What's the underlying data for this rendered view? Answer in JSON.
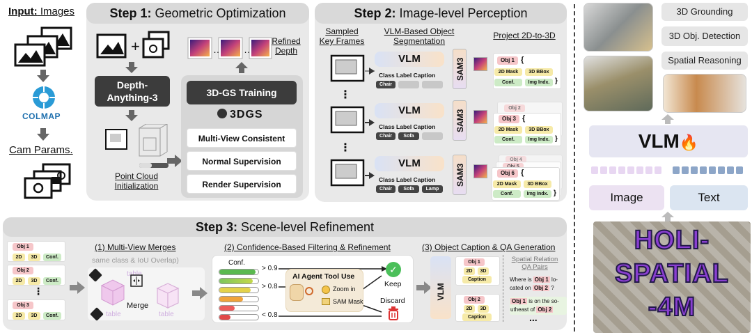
{
  "input": {
    "title_bold": "Input:",
    "title_rest": " Images",
    "colmap": "COLMAP",
    "cam_params": "Cam Params."
  },
  "step1": {
    "title_bold": "Step 1:",
    "title_rest": " Geometric Optimization",
    "refined_depth": "Refined\nDepth",
    "depth_anything": "Depth-\nAnything-3",
    "point_cloud": "Point Cloud\nInitialization",
    "gs_training": "3D-GS Training",
    "logo_3dgs": "3DGS",
    "sup_items": [
      "Multi-View Consistent",
      "Normal Supervision",
      "Render Supervision"
    ]
  },
  "step2": {
    "title_bold": "Step 2:",
    "title_rest": " Image-level Perception",
    "col_sampled": "Sampled\nKey Frames",
    "col_vlm": "VLM-Based Object\nSegmentation",
    "col_project": "Project 2D-to-3D",
    "vlm": "VLM",
    "sam3": "SAM3",
    "caption": "Class Label Caption",
    "rows": [
      {
        "chips": [
          "Chair"
        ],
        "obj": "Obj 1",
        "back": []
      },
      {
        "chips": [
          "Chair",
          "Sofa"
        ],
        "obj": "Obj 3",
        "back": [
          "Obj 2"
        ]
      },
      {
        "chips": [
          "Chair",
          "Sofa",
          "Lamp"
        ],
        "obj": "Obj 6",
        "back": [
          "Obj 4",
          "Obj 5"
        ]
      }
    ],
    "mask2d": "2D Mask",
    "bbox3d": "3D BBox",
    "conf": "Conf.",
    "imgidx": "Img Indx.",
    "brace_open": "{",
    "brace_close": "}",
    "dots": "⋮"
  },
  "step3": {
    "title_bold": "Step 3:",
    "title_rest": " Scene-level Refinement",
    "objs": [
      "Obj 1",
      "Obj 2",
      "Obj 3"
    ],
    "sub_2d": "2D",
    "sub_3d": "3D",
    "sub_conf": "Conf.",
    "merges_title": "(1) Multi-View Merges",
    "merges_note": "same class & IoU Overlap)",
    "table": "table",
    "merge": "Merge",
    "filter_title": "(2) Confidence-Based Filtering & Refinement",
    "conf_label": "Conf.",
    "thresholds": [
      "> 0.9",
      "> 0.8",
      "< 0.8"
    ],
    "agent_title": "AI Agent Tool Use",
    "zoom": "Zoom in",
    "sam_mask": "SAM Mask",
    "keep": "Keep",
    "discard": "Discard",
    "caption_title": "(3) Object Caption & QA Generation",
    "vlm": "VLM",
    "cap_objs": [
      "Obj 1",
      "Obj 2"
    ],
    "caption": "Caption",
    "qa_title": "Spatial Relation\nQA Pairs",
    "qa1_a": "Where is",
    "qa1_obj1": "Obj 1",
    "qa1_b": "lo-",
    "qa1_c": "cated on",
    "qa1_obj2": "Obj 2",
    "qa1_q": "?",
    "qa2_a": "is on the so-",
    "qa2_b": "utheast of",
    "qa2_obj1": "Obj 1",
    "qa2_obj2": "Obj 2",
    "dots": "..."
  },
  "right": {
    "tasks": [
      "3D Grounding",
      "3D Obj. Detection",
      "Spatial Reasoning"
    ],
    "vlm": "VLM",
    "image": "Image",
    "text": "Text",
    "brand": [
      "HOLI-",
      "SPATIAL",
      "-4M"
    ]
  },
  "colors": {
    "panel": "#e9e9e9",
    "dark_box": "#3c3c3c",
    "obj_pink": "#f6c6c9",
    "yellow": "#f6eaa8",
    "green": "#cdebc6",
    "vlm_flame": "#e8552a"
  }
}
